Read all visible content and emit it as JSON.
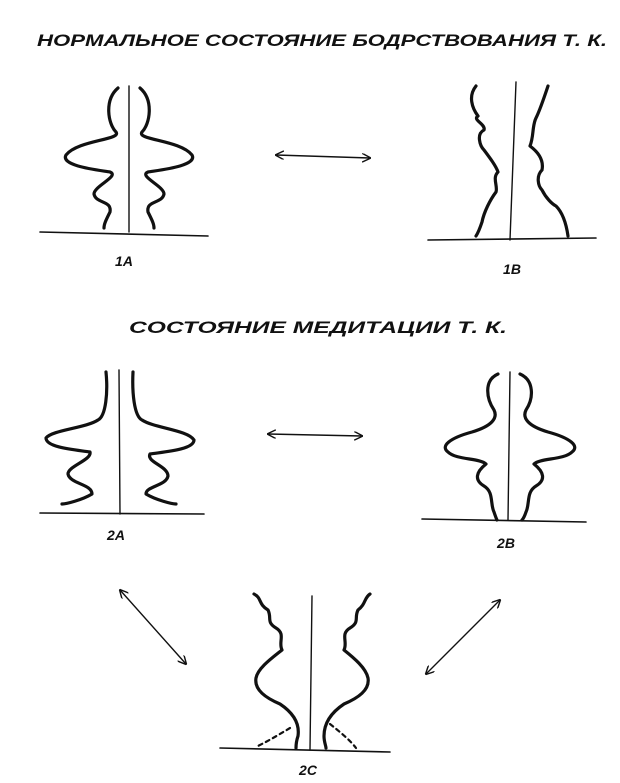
{
  "titles": {
    "normal": "НОРМАЛЬНОЕ СОСТОЯНИЕ БОДРСТВОВАНИЯ Т. К.",
    "meditation": "СОСТОЯНИЕ МЕДИТАЦИИ Т. К."
  },
  "figures": {
    "f1a": "1A",
    "f1b": "1B",
    "f2a": "2A",
    "f2b": "2B",
    "f2c": "2C"
  }
}
